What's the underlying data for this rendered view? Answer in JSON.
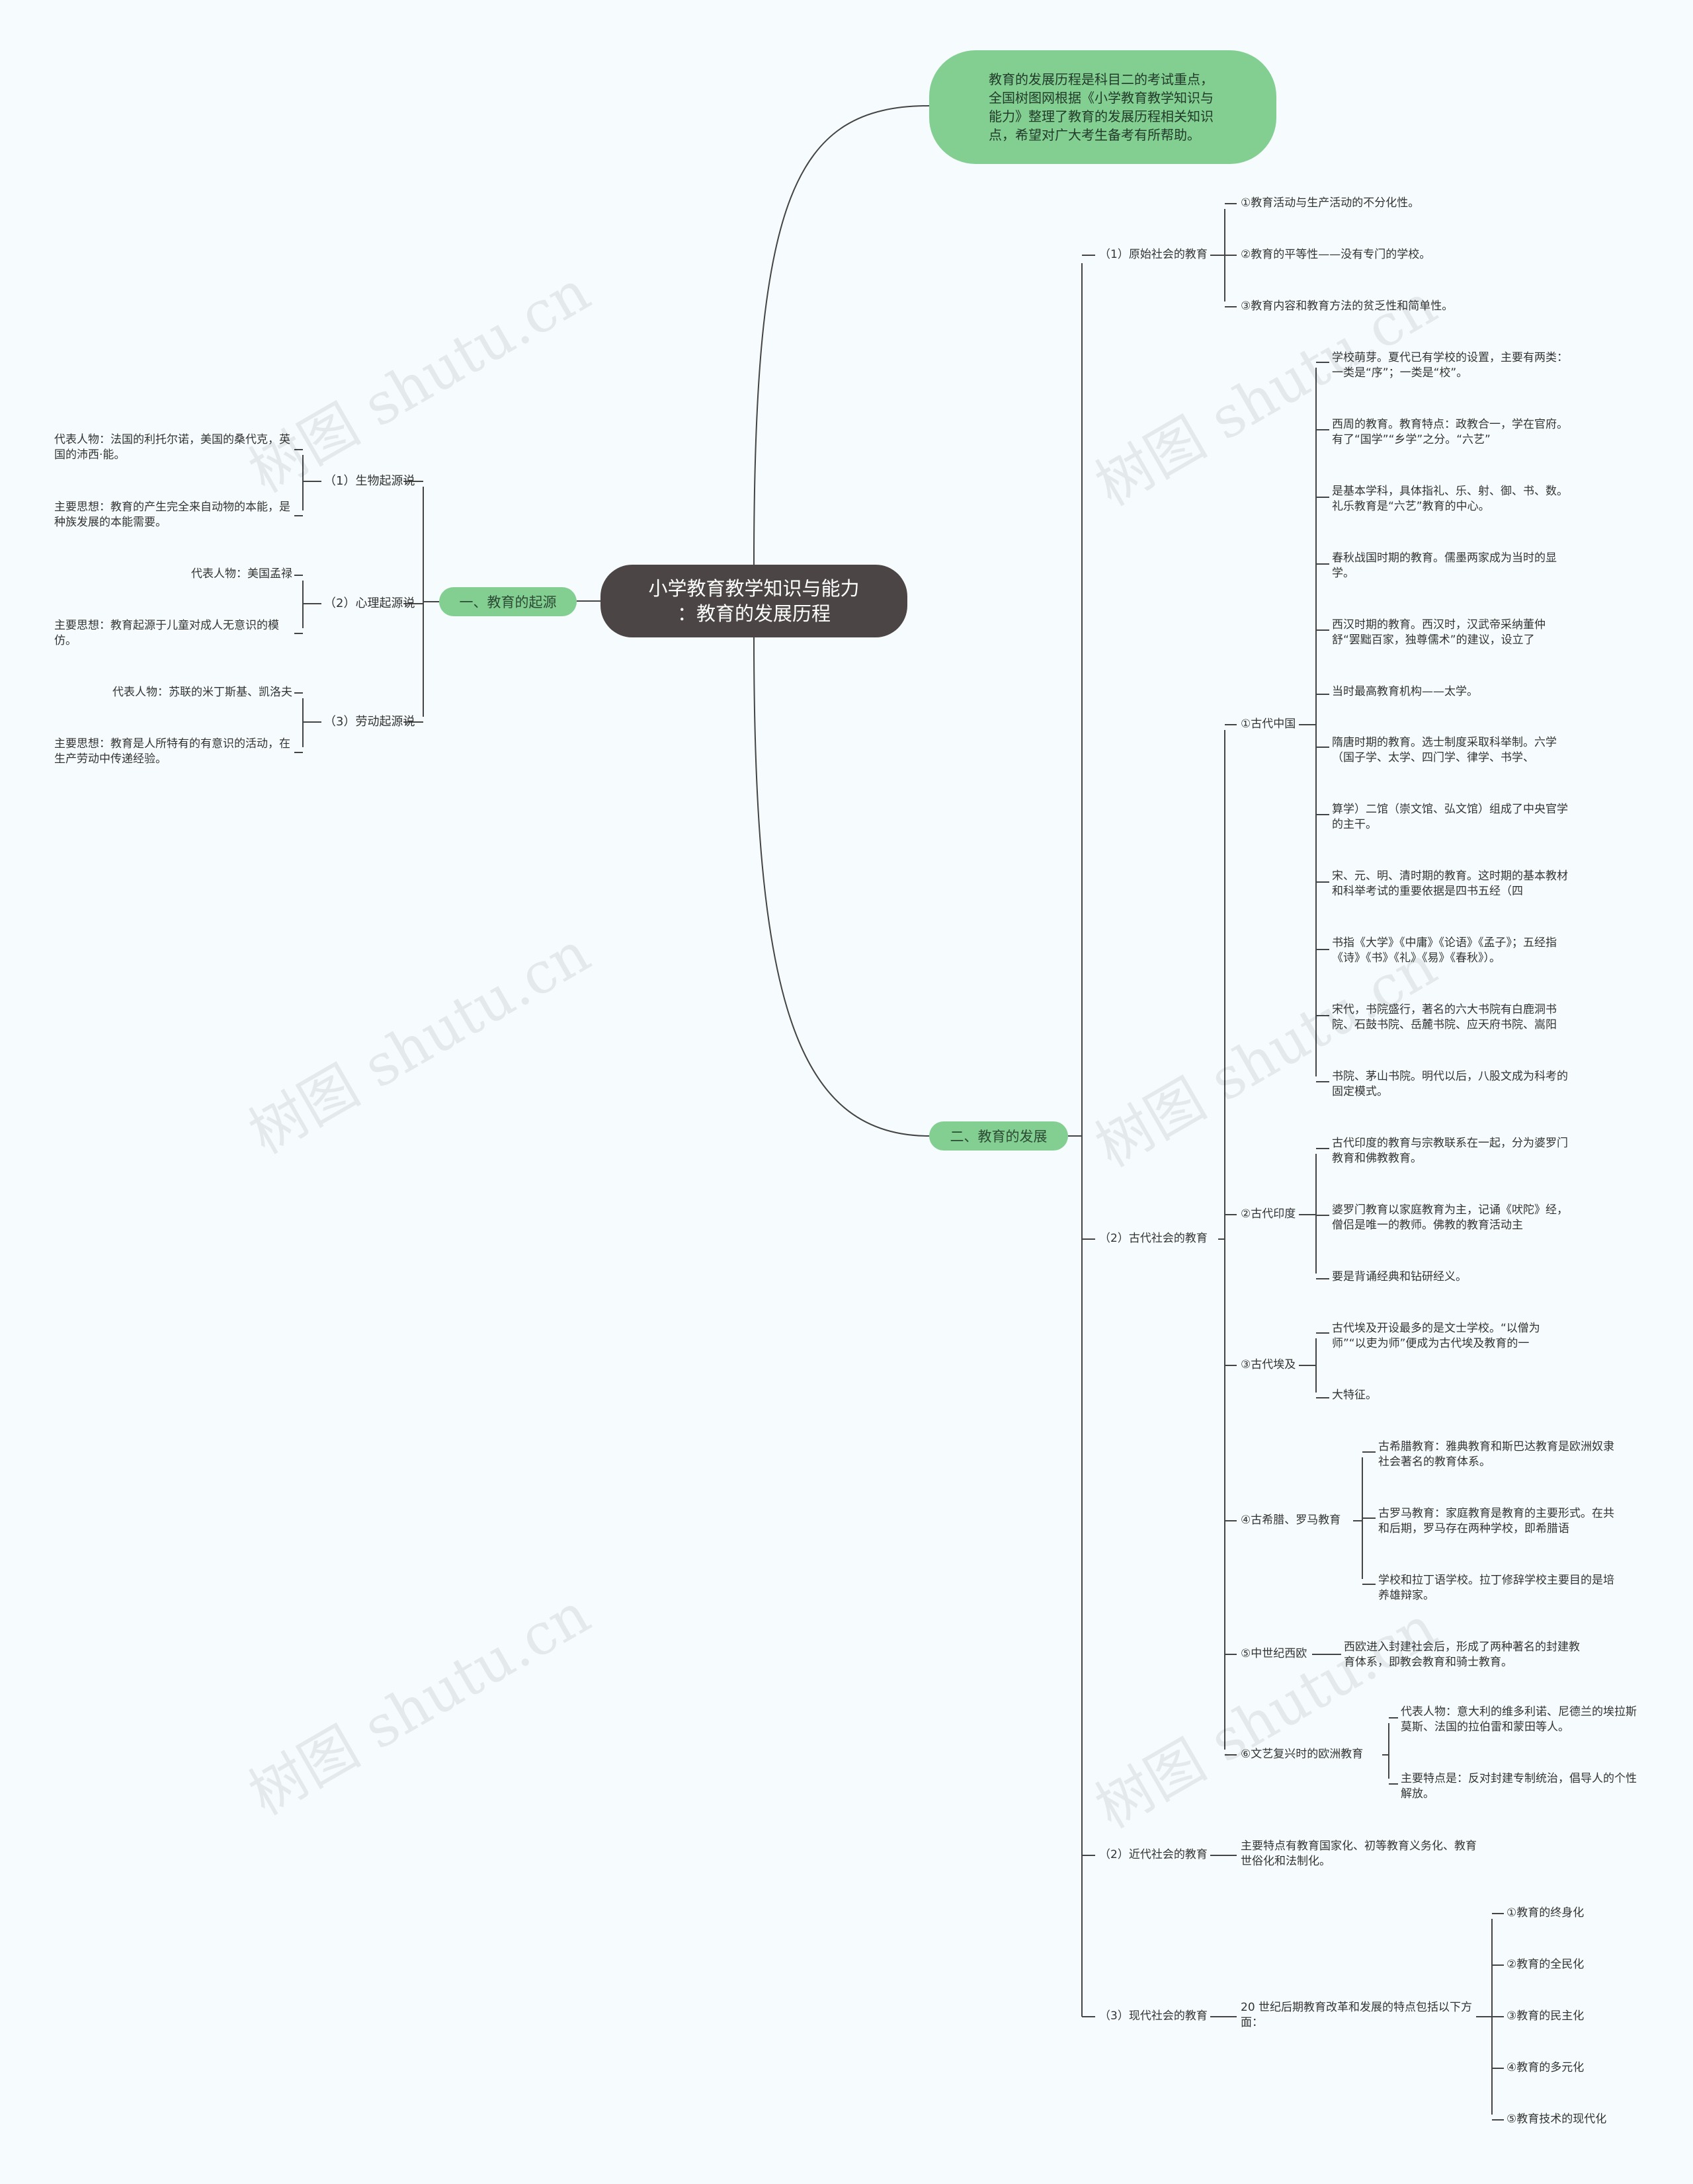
{
  "root": {
    "line1": "小学教育教学知识与能力",
    "line2": "：教育的发展历程"
  },
  "intro": "教育的发展历程是科目二的考试重点，全国树图网根据《小学教育教学知识与能力》整理了教育的发展历程相关知识点，希望对广大考生备考有所帮助。",
  "watermark": "树图 shutu.cn",
  "origin": {
    "label": "一、教育的起源",
    "theories": [
      {
        "label": "（1）生物起源说",
        "items": [
          "代表人物：法国的利托尔诺，美国的桑代克，英国的沛西·能。",
          "主要思想：教育的产生完全来自动物的本能，是种族发展的本能需要。"
        ]
      },
      {
        "label": "（2）心理起源说",
        "items": [
          "代表人物：美国孟禄",
          "主要思想：教育起源于儿童对成人无意识的模仿。"
        ]
      },
      {
        "label": "（3）劳动起源说",
        "items": [
          "代表人物：苏联的米丁斯基、凯洛夫",
          "主要思想：教育是人所特有的有意识的活动，在生产劳动中传递经验。"
        ]
      }
    ]
  },
  "development": {
    "label": "二、教育的发展",
    "primitive": {
      "label": "（1）原始社会的教育",
      "items": [
        "①教育活动与生产活动的不分化性。",
        "②教育的平等性——没有专门的学校。",
        "③教育内容和教育方法的贫乏性和简单性。"
      ]
    },
    "ancient": {
      "label": "（2）古代社会的教育",
      "china": {
        "label": "①古代中国",
        "items": [
          "学校萌芽。夏代已有学校的设置，主要有两类：一类是“序”；一类是“校”。",
          "西周的教育。教育特点：政教合一，学在官府。有了“国学”“乡学”之分。“六艺”",
          "是基本学科，具体指礼、乐、射、御、书、数。礼乐教育是“六艺”教育的中心。",
          "春秋战国时期的教育。儒墨两家成为当时的显学。",
          "西汉时期的教育。西汉时，汉武帝采纳董仲舒“罢黜百家，独尊儒术”的建议，设立了",
          "当时最高教育机构——太学。",
          "隋唐时期的教育。选士制度采取科举制。六学（国子学、太学、四门学、律学、书学、",
          "算学）二馆（崇文馆、弘文馆）组成了中央官学的主干。",
          "宋、元、明、清时期的教育。这时期的基本教材和科举考试的重要依据是四书五经（四",
          "书指《大学》《中庸》《论语》《孟子》；五经指《诗》《书》《礼》《易》《春秋》）。",
          "宋代，书院盛行，著名的六大书院有白鹿洞书院、石鼓书院、岳麓书院、应天府书院、嵩阳",
          "书院、茅山书院。明代以后，八股文成为科考的固定模式。"
        ]
      },
      "india": {
        "label": "②古代印度",
        "items": [
          "古代印度的教育与宗教联系在一起，分为婆罗门教育和佛教教育。",
          "婆罗门教育以家庭教育为主，记诵《吠陀》经，僧侣是唯一的教师。佛教的教育活动主",
          "要是背诵经典和钻研经义。"
        ]
      },
      "egypt": {
        "label": "③古代埃及",
        "items": [
          "古代埃及开设最多的是文士学校。“以僧为师”“以吏为师”便成为古代埃及教育的一",
          "大特征。"
        ]
      },
      "greece_rome": {
        "label": "④古希腊、罗马教育",
        "items": [
          "古希腊教育：雅典教育和斯巴达教育是欧洲奴隶社会著名的教育体系。",
          "古罗马教育：家庭教育是教育的主要形式。在共和后期，罗马存在两种学校，即希腊语",
          "学校和拉丁语学校。拉丁修辞学校主要目的是培养雄辩家。"
        ]
      },
      "medieval": {
        "label": "⑤中世纪西欧",
        "items": [
          "西欧进入封建社会后，形成了两种著名的封建教育体系，即教会教育和骑士教育。"
        ]
      },
      "renaissance": {
        "label": "⑥文艺复兴时的欧洲教育",
        "items": [
          "代表人物：意大利的维多利诺、尼德兰的埃拉斯莫斯、法国的拉伯雷和蒙田等人。",
          "主要特点是：反对封建专制统治，倡导人的个性解放。"
        ]
      }
    },
    "modern": {
      "label": "（2）近代社会的教育",
      "items": [
        "主要特点有教育国家化、初等教育义务化、教育世俗化和法制化。"
      ]
    },
    "contemporary": {
      "label": "（3）现代社会的教育",
      "intro": "20 世纪后期教育改革和发展的特点包括以下方面：",
      "items": [
        "①教育的终身化",
        "②教育的全民化",
        "③教育的民主化",
        "④教育的多元化",
        "⑤教育技术的现代化"
      ]
    }
  },
  "colors": {
    "background": "#f6fcfd",
    "green": "#83cf92",
    "root": "#4b4645",
    "line": "#333333"
  }
}
